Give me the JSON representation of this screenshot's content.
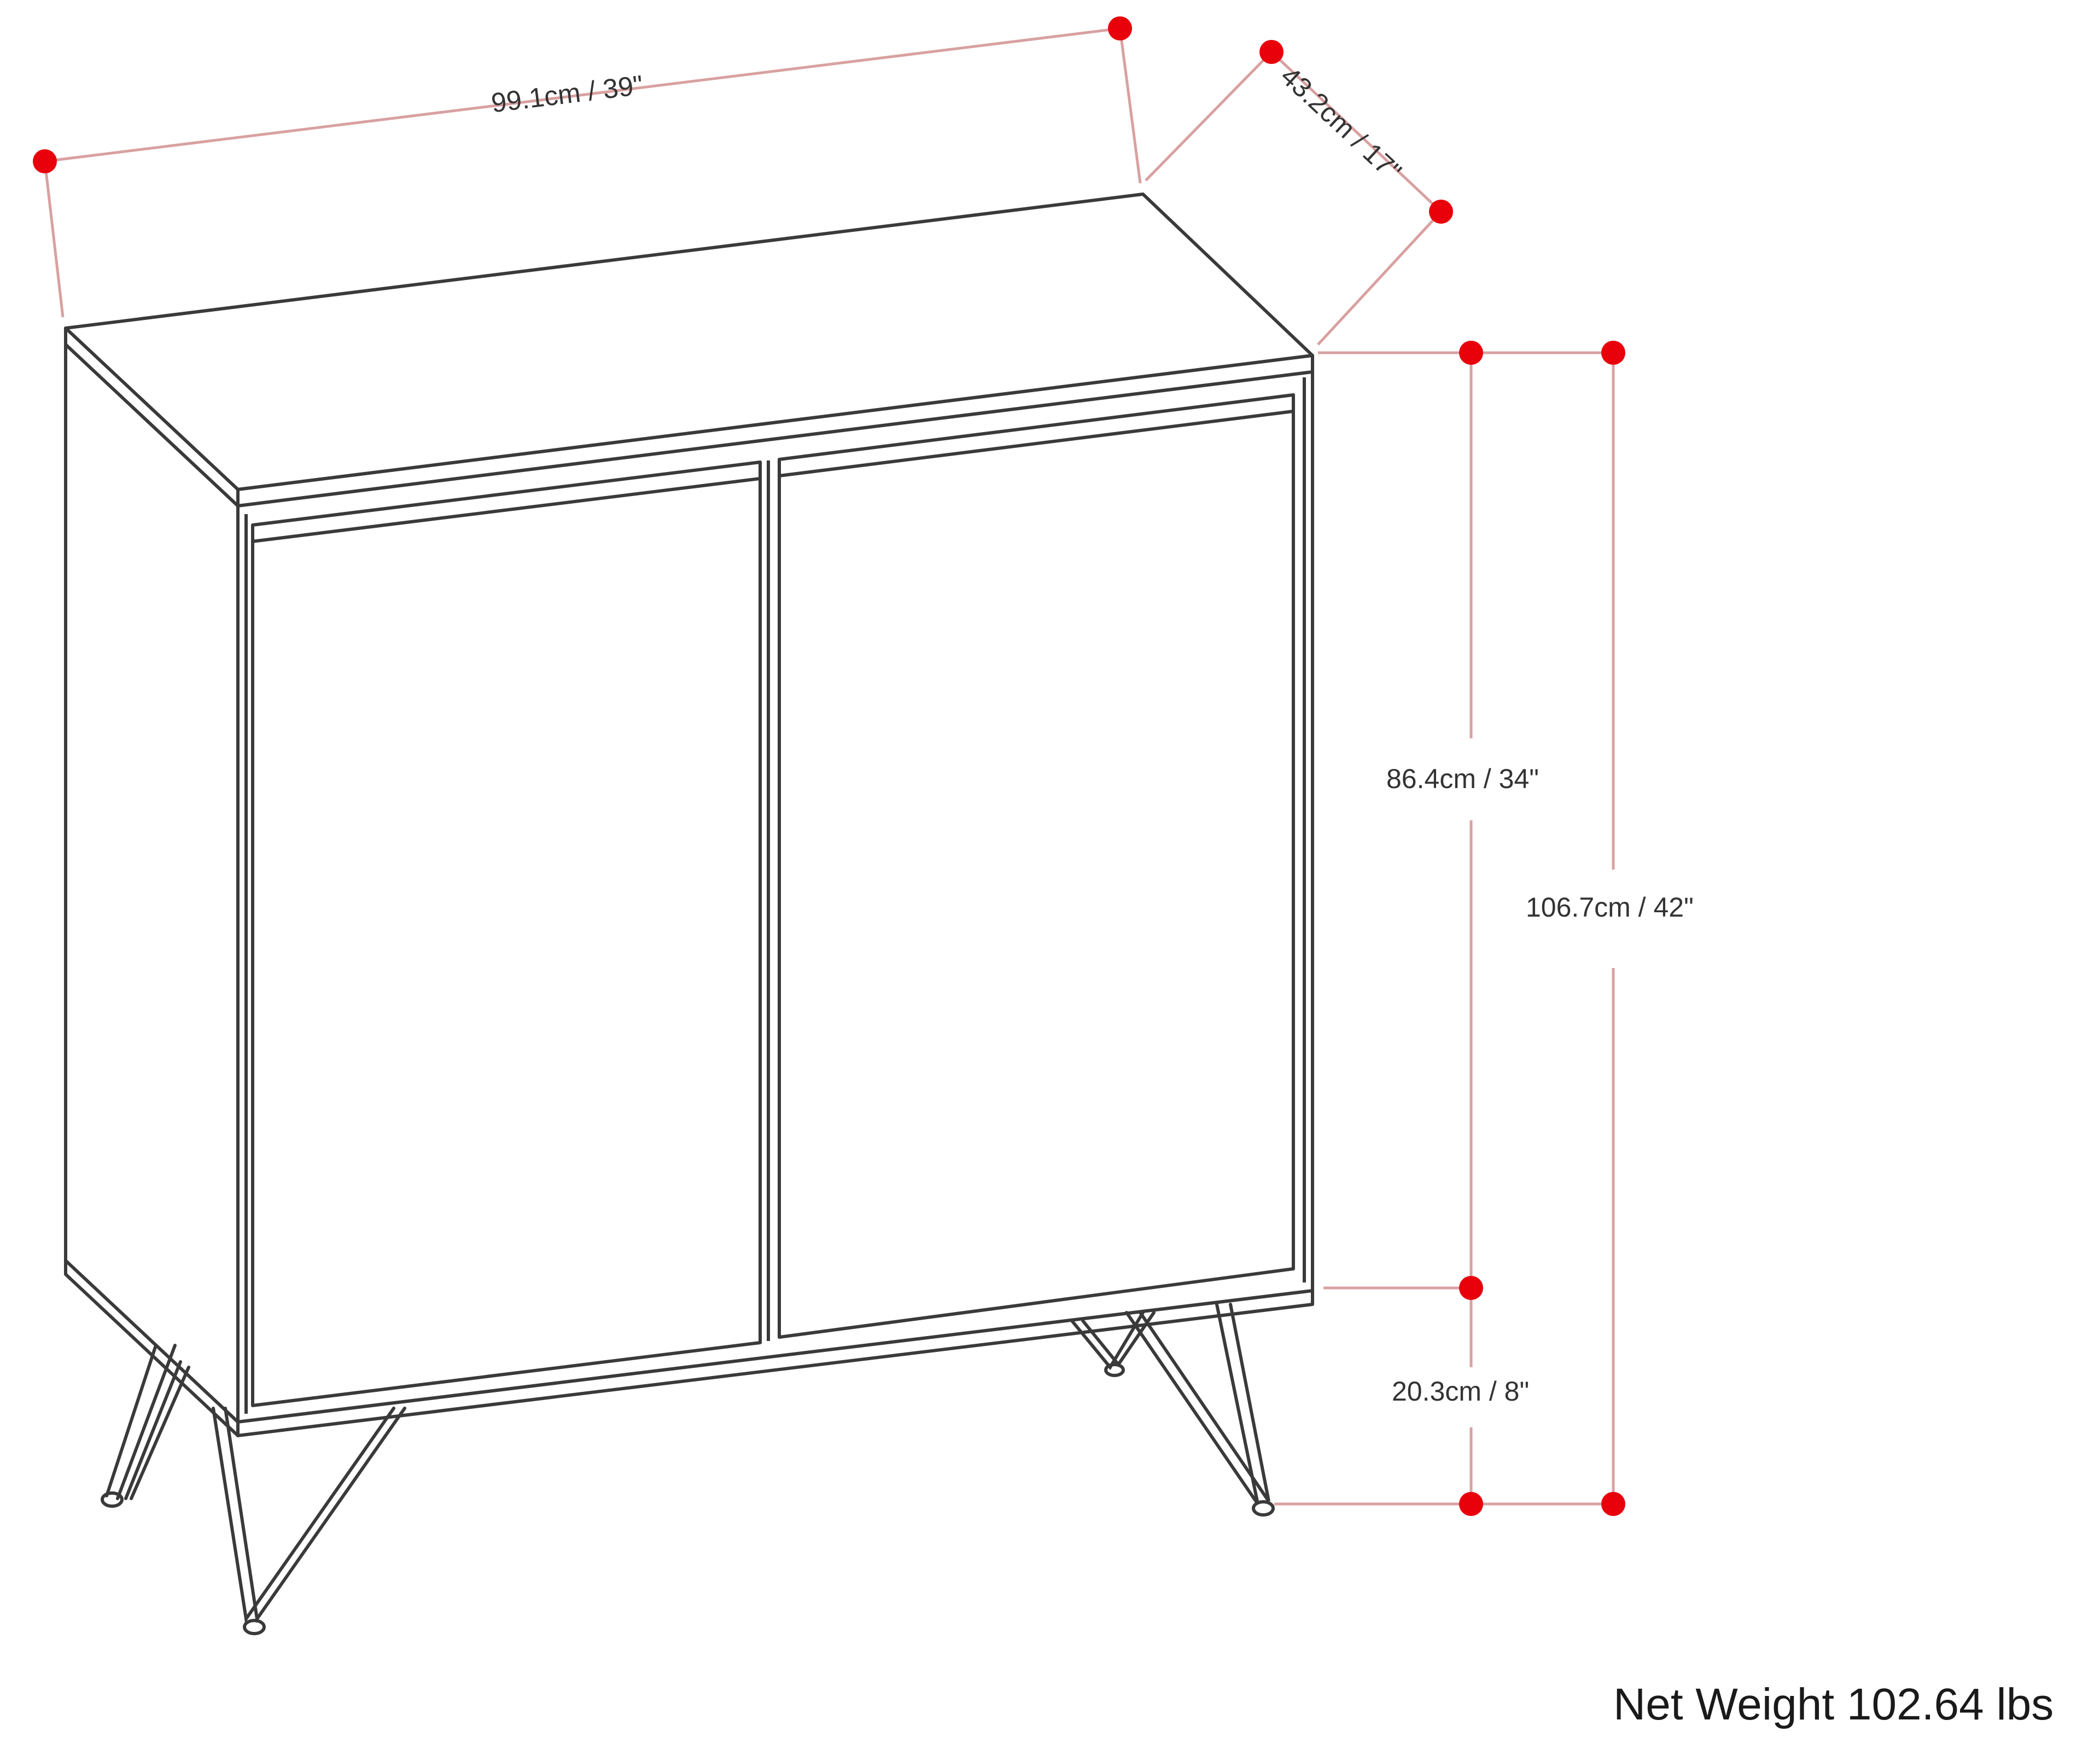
{
  "diagram": {
    "subject": "Two-door storage cabinet with hairpin legs",
    "colors": {
      "outline": "#3a3a3a",
      "dimension_line": "#d9a0a0",
      "dimension_dot": "#e8000b",
      "text": "#333333"
    },
    "dimensions": {
      "width": {
        "label": "99.1cm / 39\""
      },
      "depth": {
        "label": "43.2cm / 17\""
      },
      "body_height": {
        "label": "86.4cm / 34\""
      },
      "total_height": {
        "label": "106.7cm / 42\""
      },
      "leg_height": {
        "label": "20.3cm / 8\""
      }
    },
    "net_weight": "Net Weight 102.64 lbs"
  }
}
